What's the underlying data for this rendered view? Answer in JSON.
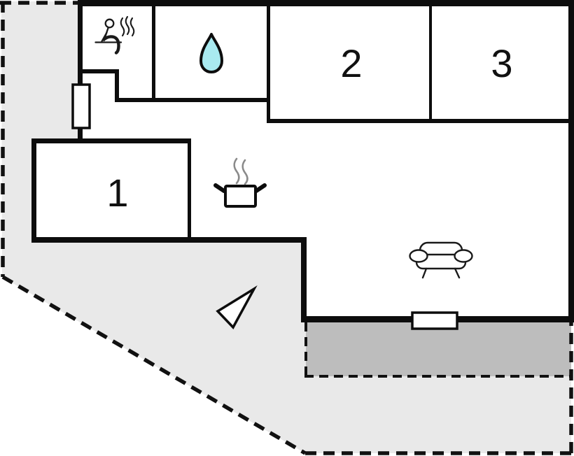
{
  "plan": {
    "type": "vacation-house-floor-plan",
    "rooms": [
      {
        "label": "1"
      },
      {
        "label": "2"
      },
      {
        "label": "3"
      }
    ],
    "icons": {
      "sauna": "sauna-person-with-steam",
      "bathroom": "water-drop",
      "kitchen": "cooking-pot-with-steam",
      "living_room": "sofa",
      "orientation": "north-arrow"
    },
    "features": {
      "windows": 2,
      "terrace": "shaded-area-south-of-living-room",
      "plot": "dashed-boundary-garden"
    },
    "colors": {
      "wall": "#0d0d0d",
      "plot": "#e9e9e9",
      "terrace": "#bdbdbd",
      "water_drop": "#a9eaf0",
      "steam": "#8a8a8a",
      "interior": "#ffffff",
      "dash": "#111111"
    }
  }
}
